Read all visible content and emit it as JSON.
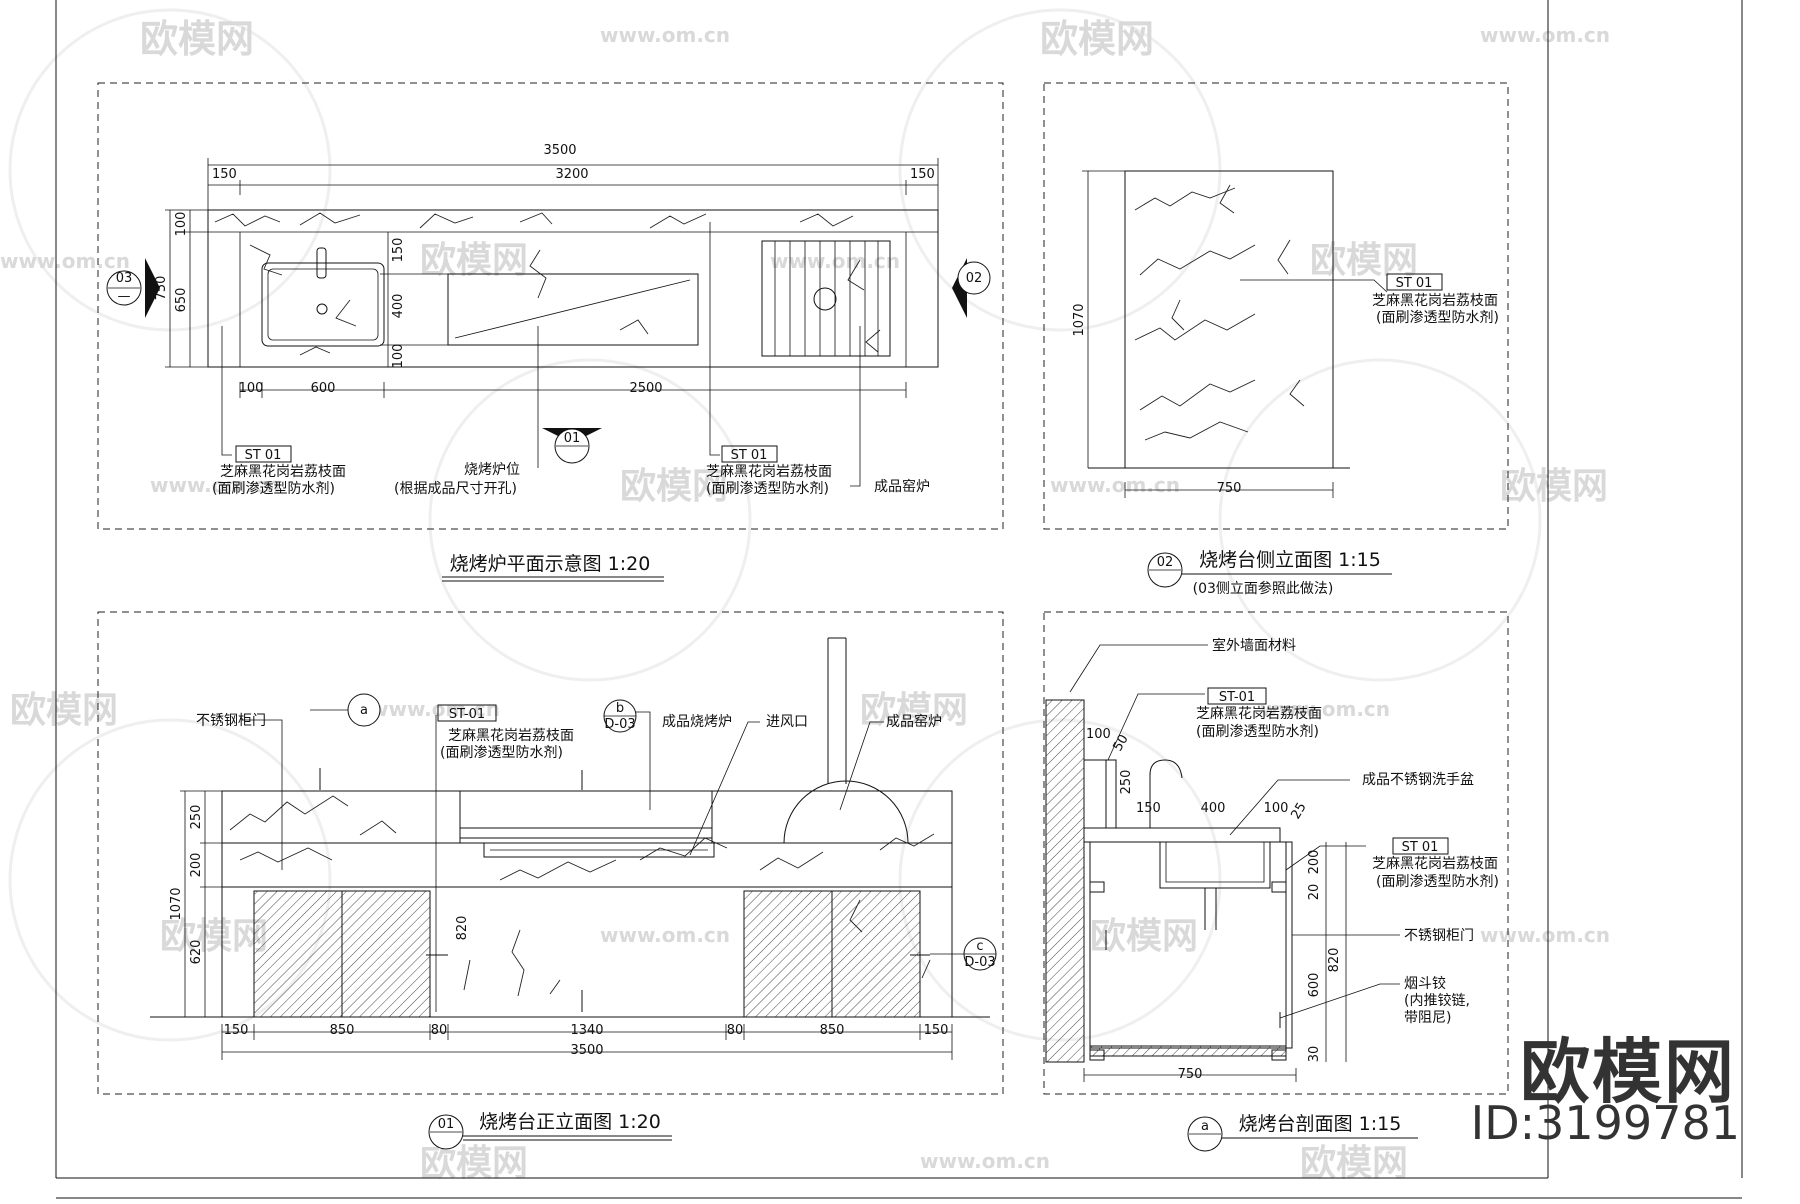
{
  "watermark": {
    "brand": "欧模网",
    "url": "www.om.cn"
  },
  "brand_block": {
    "name": "欧模网",
    "id": "ID:3199781"
  },
  "views": {
    "plan": {
      "title": "烧烤炉平面示意图 1:20",
      "dims": [
        "3500",
        "3200",
        "150",
        "150",
        "100",
        "650",
        "750",
        "150",
        "400",
        "100",
        "100",
        "600",
        "2500"
      ],
      "markers": [
        "03",
        "02",
        "01"
      ],
      "tags": [
        "ST 01",
        "ST 01"
      ],
      "notes": [
        "芝麻黑花岗岩荔枝面",
        "(面刷渗透型防水剂)",
        "烧烤炉位",
        "(根据成品尺寸开孔)",
        "芝麻黑花岗岩荔枝面",
        "(面刷渗透型防水剂)",
        "成品窑炉"
      ]
    },
    "side": {
      "title": "烧烤台侧立面图 1:15",
      "subtitle": "(03侧立面参照此做法)",
      "marker": "02",
      "dims": [
        "1070",
        "750"
      ],
      "tag": "ST 01",
      "notes": [
        "芝麻黑花岗岩荔枝面",
        "(面刷渗透型防水剂)"
      ]
    },
    "front": {
      "title": "烧烤台正立面图 1:20",
      "marker": "01",
      "callouts": [
        "a",
        "b",
        "c"
      ],
      "callout_refs": [
        "D-03",
        "D-03"
      ],
      "tag": "ST-01",
      "notes": [
        "不锈钢柜门",
        "芝麻黑花岗岩荔枝面",
        "(面刷渗透型防水剂)",
        "成品烧烤炉",
        "进风口",
        "成品窑炉"
      ],
      "dims": [
        "250",
        "200",
        "1070",
        "620",
        "820",
        "150",
        "850",
        "80",
        "1340",
        "80",
        "850",
        "150",
        "3500"
      ]
    },
    "section": {
      "title": "烧烤台剖面图 1:15",
      "marker": "a",
      "tags": [
        "ST-01",
        "ST 01"
      ],
      "notes": [
        "室外墙面材料",
        "芝麻黑花岗岩荔枝面",
        "(面刷渗透型防水剂)",
        "成品不锈钢洗手盆",
        "芝麻黑花岗岩荔枝面",
        "(面刷渗透型防水剂)",
        "不锈钢柜门",
        "烟斗铰",
        "(内推铰链,",
        "带阻尼)"
      ],
      "dims": [
        "100",
        "50",
        "250",
        "150",
        "400",
        "100",
        "25",
        "200",
        "20",
        "820",
        "600",
        "30",
        "750"
      ]
    }
  }
}
